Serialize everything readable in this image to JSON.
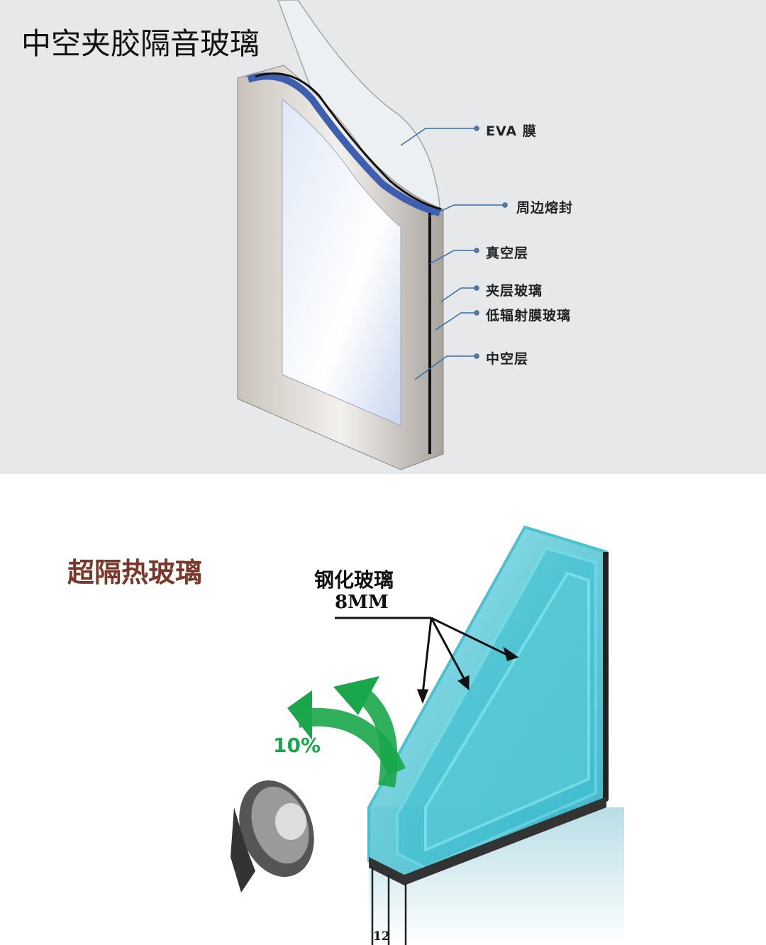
{
  "top_panel": {
    "title": "中空夹胶隔音玻璃",
    "labels": [
      "EVA 膜",
      "周边熔封",
      "真空层",
      "夹层玻璃",
      "低辐射膜玻璃",
      "中空层"
    ],
    "leader_color": "#2f6fb0"
  },
  "bottom_panel": {
    "title": "超隔热玻璃",
    "glass_label": "钢化玻璃",
    "glass_thickness": "8MM",
    "sound_percent": "10%",
    "spacer_dimension": "12",
    "glass_color": "#35c3d3",
    "arrow_color": "#1aa64a"
  }
}
